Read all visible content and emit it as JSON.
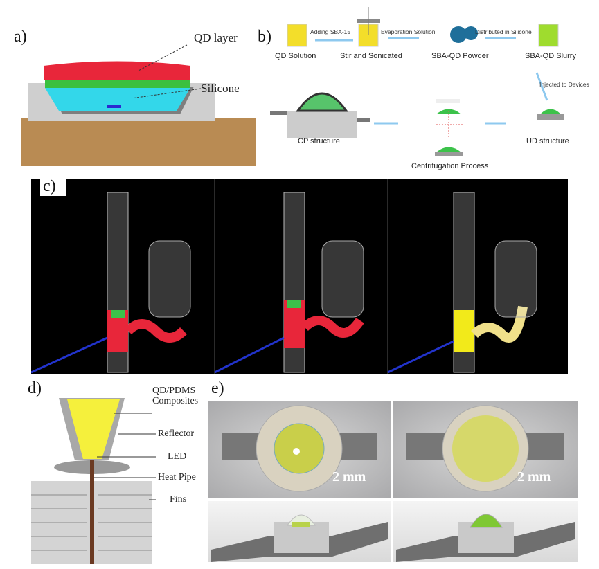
{
  "panel_a": {
    "label": "a)",
    "qd_layer": "QD  layer",
    "silicone": "Silicone"
  },
  "panel_b": {
    "label": "b)",
    "steps": {
      "qd_solution": "QD Solution",
      "adding": "Adding SBA-15",
      "stir": "Stir and Sonicated",
      "evaporation": "Evaporation Solution",
      "powder": "SBA-QD Powder",
      "distributed": "Distributed in Silicone",
      "slurry": "SBA-QD Slurry",
      "injected": "Injected to Devices",
      "ud": "UD structure",
      "centrifugation": "Centrifugation Process",
      "cp": "CP structure"
    }
  },
  "panel_c": {
    "label": "c)"
  },
  "panel_d": {
    "label": "d)",
    "labels": {
      "composites_1": "QD/PDMS",
      "composites_2": "Composites",
      "reflector": "Reflector",
      "led": "LED",
      "heat_pipe": "Heat Pipe",
      "fins": "Fins"
    }
  },
  "panel_e": {
    "label": "e)",
    "scale_left": "2 mm",
    "scale_right": "2 mm"
  },
  "colors": {
    "red": "#e8263a",
    "green": "#3cc24a",
    "cyan": "#3fd6ee",
    "yellow": "#f2ea1a",
    "black": "#000000"
  }
}
